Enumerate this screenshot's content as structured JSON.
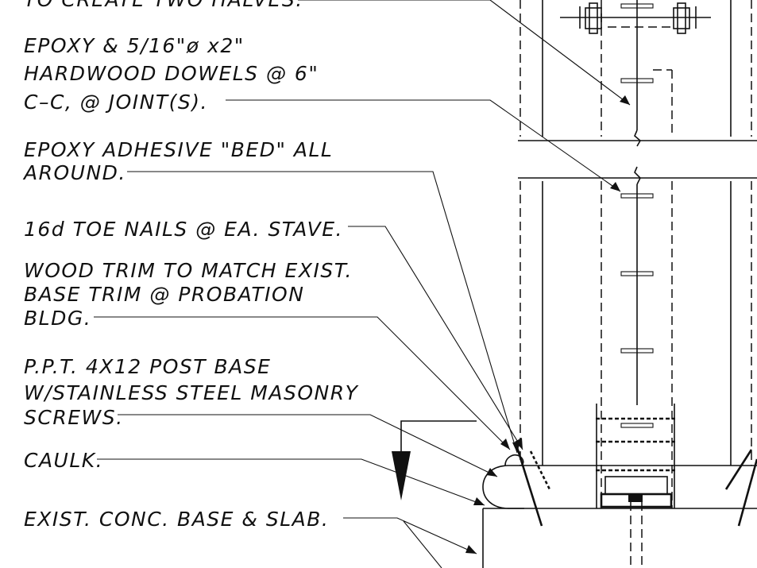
{
  "notes": [
    {
      "id": "create-halves",
      "lines": [
        "TO CREATE TWO HALVES."
      ]
    },
    {
      "id": "dowels",
      "lines": [
        "EPOXY & 5/16\"ø x2\"",
        "HARDWOOD DOWELS @ 6\"",
        "C–C, @ JOINT(S)."
      ]
    },
    {
      "id": "epoxy-bed",
      "lines": [
        "EPOXY ADHESIVE \"BED\" ALL",
        "AROUND."
      ]
    },
    {
      "id": "toe-nails",
      "lines": [
        "16d TOE NAILS @ EA. STAVE."
      ]
    },
    {
      "id": "wood-trim",
      "lines": [
        "WOOD TRIM TO MATCH EXIST.",
        "BASE TRIM @ PROBATION",
        "BLDG."
      ]
    },
    {
      "id": "post-base",
      "lines": [
        "P.P.T. 4X12 POST BASE",
        "W/STAINLESS STEEL MASONRY",
        "SCREWS."
      ]
    },
    {
      "id": "caulk",
      "lines": [
        "CAULK."
      ]
    },
    {
      "id": "conc-base",
      "lines": [
        "EXIST. CONC. BASE & SLAB."
      ]
    }
  ],
  "colors": {
    "ink": "#111111",
    "paper": "#ffffff"
  }
}
